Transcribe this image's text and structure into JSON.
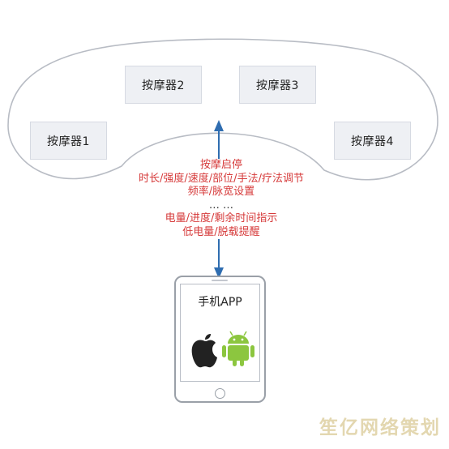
{
  "massagers": [
    {
      "label": "按摩器1"
    },
    {
      "label": "按摩器2"
    },
    {
      "label": "按摩器3"
    },
    {
      "label": "按摩器4"
    }
  ],
  "features": [
    "按摩启停",
    "时长/强度/速度/部位/手法/疗法调节",
    "频率/脉宽设置",
    "… …",
    "电量/进度/剩余时间指示",
    "低电量/脱载提醒"
  ],
  "phone": {
    "title": "手机APP"
  },
  "icons": [
    "apple-icon",
    "android-icon"
  ],
  "colors": {
    "arrow": "#2f6db0",
    "feature_text": "#d63a3a",
    "android": "#8cc63f",
    "apple": "#222222"
  },
  "watermark": "笙亿网络策划"
}
